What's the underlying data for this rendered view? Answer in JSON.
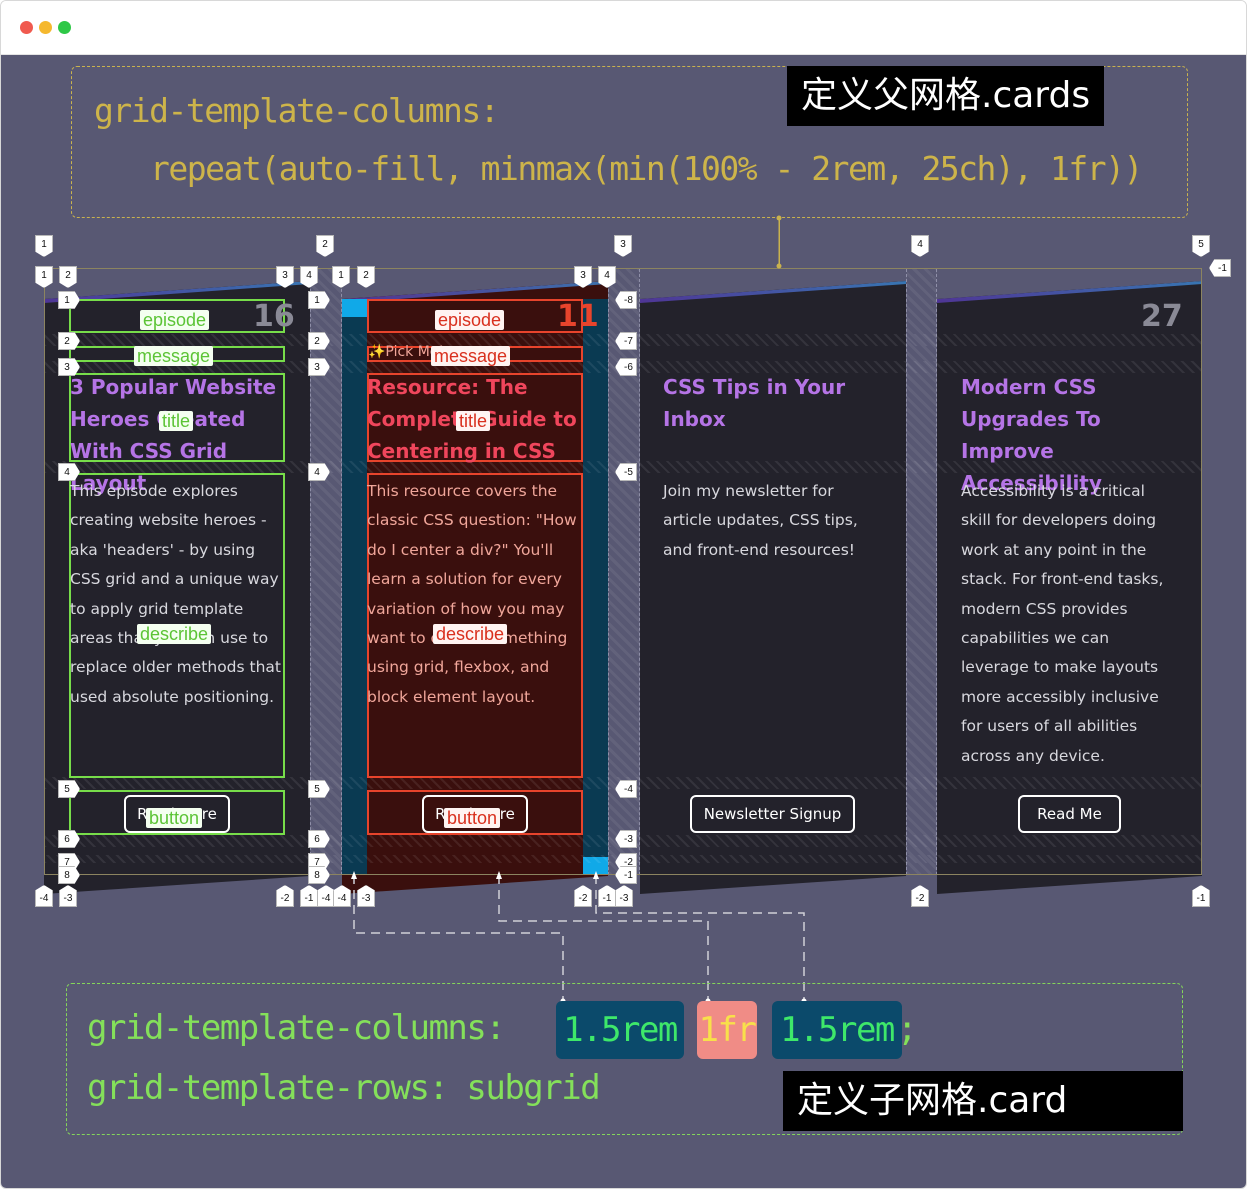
{
  "window": {
    "controls": [
      "close",
      "minimize",
      "zoom"
    ],
    "colors": {
      "close": "#f05a4f",
      "minimize": "#f5b82e",
      "zoom": "#2fc847"
    }
  },
  "parent_grid": {
    "code_line1": "grid-template-columns:",
    "code_line2": "repeat(auto-fill, minmax(min(100% - 2rem, 25ch), 1fr))",
    "tag": "定义父网格.cards"
  },
  "child_grid": {
    "code_line1_prefix": "grid-template-columns:",
    "pill1": "1.5rem",
    "pill2": "1fr",
    "pill3": "1.5rem",
    "semicolon": ";",
    "code_line2": "grid-template-rows: subgrid",
    "tag": "定义子网格.card"
  },
  "cards": [
    {
      "number": "16",
      "title": "3 Popular Website Heroes Created With CSS Grid Layout",
      "body": "This episode explores creating website heroes - aka 'headers' - by using CSS grid and a unique way to apply grid template areas that you can use to replace older methods that used absolute positioning.",
      "button": "Read More"
    },
    {
      "number": "11",
      "message": "✨Pick Me!",
      "title": "Resource: The Complete Guide to Centering in CSS",
      "body": "This resource covers the classic CSS question: \"How do I center a div?\" You'll learn a solution for every variation of how you may want to center something using grid, flexbox, and block element layout.",
      "button": "Read More"
    },
    {
      "number": "",
      "title": "CSS Tips in Your Inbox",
      "body": "Join my newsletter for article updates, CSS tips, and front-end resources!",
      "button": "Newsletter Signup"
    },
    {
      "number": "27",
      "title": "Modern CSS Upgrades To Improve Accessibility",
      "body": "Accessibility is a critical skill for developers doing work at any point in the stack. For front-end tasks, modern CSS provides capabilities we can leverage to make layouts more accessibly inclusive for users of all abilities across any device.",
      "button": "Read Me"
    }
  ],
  "area_labels": {
    "episode": "episode",
    "message": "message",
    "title": "title",
    "describe": "describe",
    "button": "button"
  },
  "line_numbers": {
    "parent_cols_top": [
      "1",
      "2",
      "3",
      "4",
      "5"
    ],
    "parent_cols_bottom": [
      "-4",
      "-3",
      "-2",
      "-1"
    ],
    "parent_rows_right": [
      "-1"
    ],
    "card1_cols_top": [
      "1",
      "2",
      "3",
      "4"
    ],
    "card1_cols_bottom": [
      "-4",
      "-3",
      "-2",
      "-1"
    ],
    "card1_rows_left": [
      "1",
      "2",
      "3",
      "4",
      "5",
      "6",
      "7",
      "8"
    ],
    "card2_cols_top": [
      "1",
      "2",
      "3",
      "4"
    ],
    "card2_cols_bottom": [
      "-4",
      "-3",
      "-2",
      "-1"
    ],
    "card2_rows_left": [
      "1",
      "2",
      "3",
      "4",
      "5",
      "6",
      "7",
      "8"
    ],
    "card2_rows_right": [
      "-8",
      "-7",
      "-6",
      "-5",
      "-4",
      "-3",
      "-2",
      "-1"
    ],
    "mid_bottom": [
      "-4",
      "-3",
      "-2",
      "-1",
      "-3",
      "-2"
    ]
  },
  "colors": {
    "stage": "#585873",
    "card": "#23222b",
    "card_highlight": "#3a0f0d",
    "title_purple": "#b574e6",
    "title_red": "#f0465c",
    "parent_code": "#cdb44a",
    "child_code": "#84e05a",
    "overlay_green": "#77dd4a",
    "overlay_red": "#e8442c",
    "gap_blue": "#0b4a6b"
  }
}
